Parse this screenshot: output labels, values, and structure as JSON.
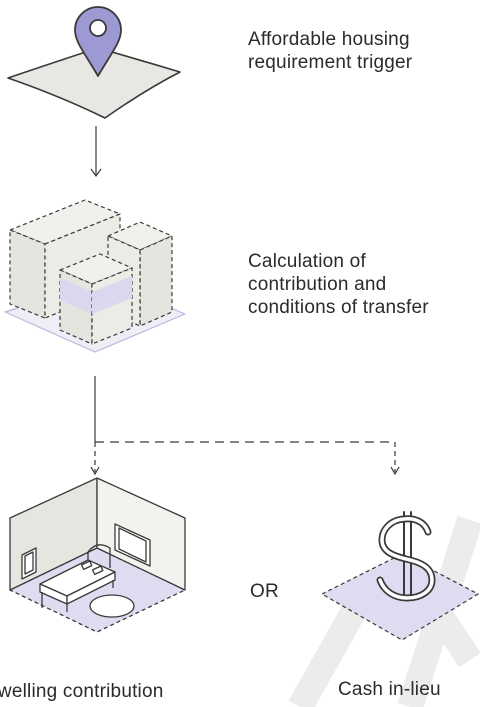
{
  "steps": {
    "trigger": "Affordable housing\nrequirement trigger",
    "calculation": "Calculation of\ncontribution and\nconditions of transfer",
    "dwelling": "Dwelling contribution",
    "or": "OR",
    "cash": "Cash in-lieu"
  },
  "watermark": "DRAFT",
  "colors": {
    "stroke": "#3a3a3a",
    "fill_grey": "#e9e7e3",
    "fill_lavender": "#dcdbee",
    "pin": "#9d9ad3",
    "text": "#2b2b2b"
  },
  "icons": {
    "trigger": "map-pin-icon",
    "calculation": "building-blocks-icon",
    "dwelling": "bedroom-icon",
    "cash": "dollar-sign-icon"
  }
}
